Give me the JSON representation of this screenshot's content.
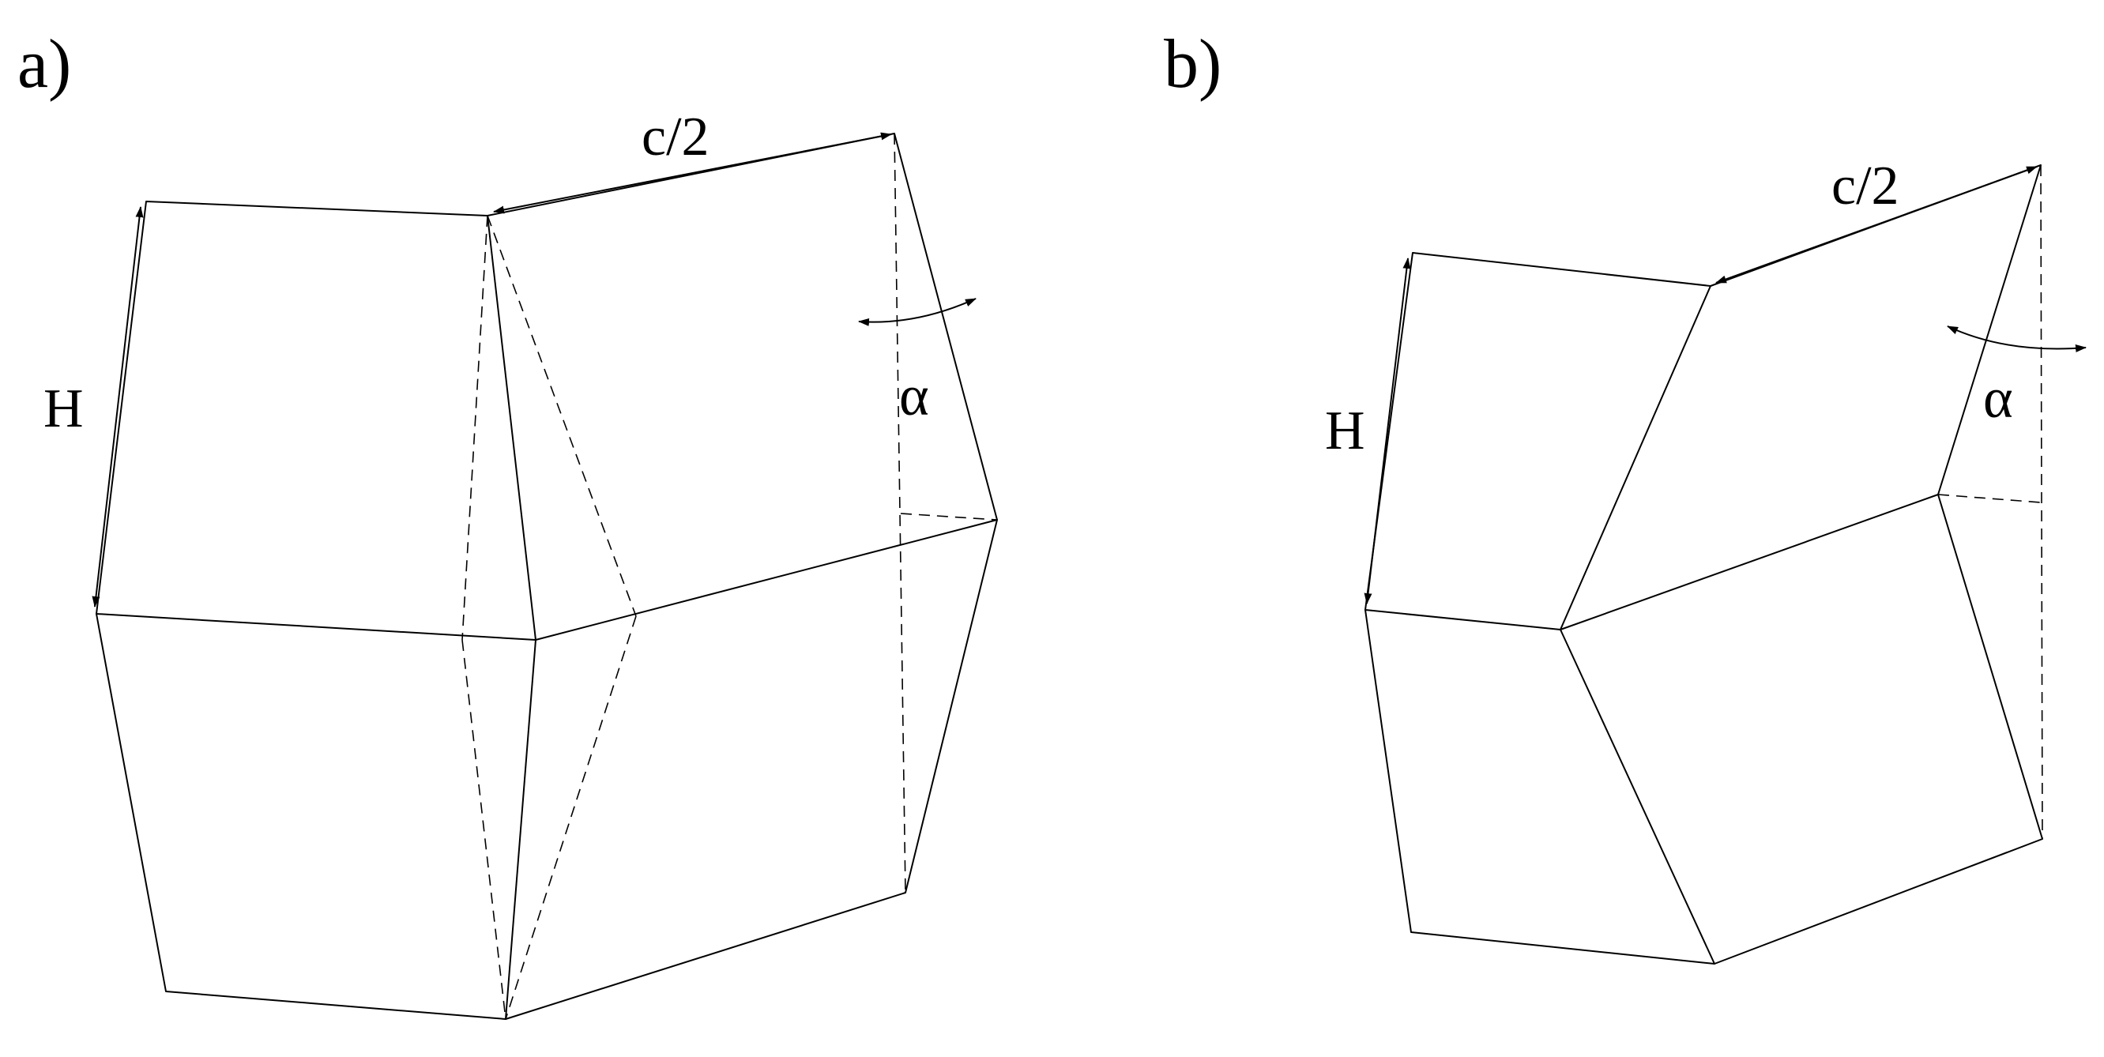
{
  "figure": {
    "panels": [
      {
        "id": "a",
        "label": "a)",
        "dimensions": {
          "height": "H",
          "half_width": "c/2",
          "angle": "α"
        }
      },
      {
        "id": "b",
        "label": "b)",
        "dimensions": {
          "height": "H",
          "half_width": "c/2",
          "angle": "α"
        }
      }
    ]
  }
}
